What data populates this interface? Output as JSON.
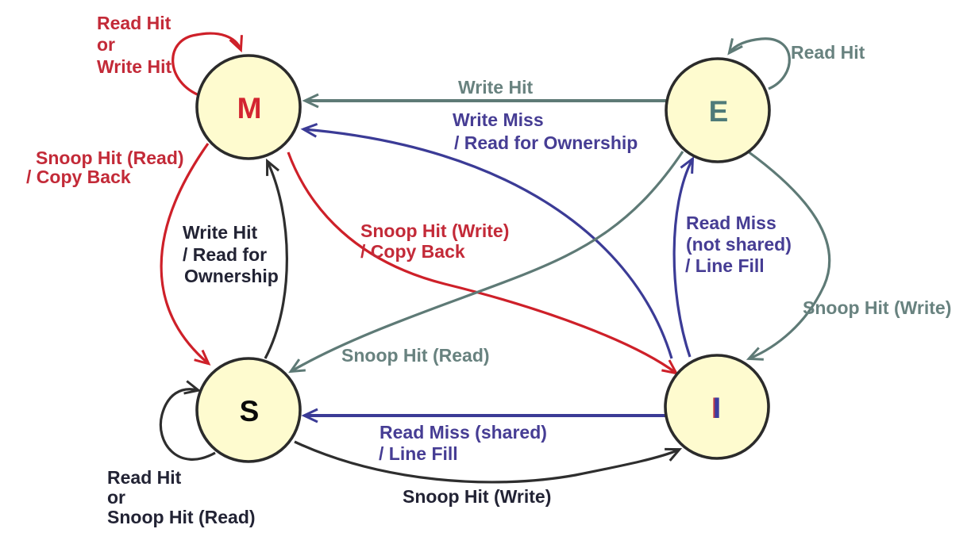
{
  "diagram": {
    "kind": "state-transition-diagram",
    "background": "#FFFFFF"
  },
  "colors": {
    "node_fill": "#FEFBCF",
    "node_stroke": "#2B2B2B",
    "arrow_red": "#CE2029",
    "arrow_gray": "#5E7A76",
    "arrow_blue": "#3B3B96",
    "arrow_black": "#2E2E2E",
    "text_red": "#C32A38",
    "text_gray": "#68827F",
    "text_blue": "#463D94",
    "text_black": "#222334",
    "letter_i_fringe": "#C23B47"
  },
  "states": [
    {
      "label": "M",
      "label_color": "#D32530"
    },
    {
      "label": "E",
      "label_color": "#4F7B79"
    },
    {
      "label": "S",
      "label_color": "#0A0A0A"
    },
    {
      "label": "I",
      "label_color": "#3C3CA0"
    }
  ],
  "transitions": [
    {
      "from": "M",
      "to": "M",
      "line_color": "#CE2029",
      "text_color": "#C32A38",
      "lines": [
        "Read Hit",
        "or",
        "Write Hit"
      ]
    },
    {
      "from": "E",
      "to": "E",
      "line_color": "#5E7A76",
      "text_color": "#68827F",
      "lines": [
        "Read Hit"
      ]
    },
    {
      "from": "E",
      "to": "M",
      "line_color": "#5E7A76",
      "text_color": "#68827F",
      "lines": [
        "Write Hit"
      ]
    },
    {
      "from": "I",
      "to": "M",
      "line_color": "#3B3B96",
      "text_color": "#463D94",
      "lines": [
        "Write Miss",
        "/ Read for Ownership"
      ]
    },
    {
      "from": "M",
      "to": "S",
      "line_color": "#CE2029",
      "text_color": "#C32A38",
      "lines": [
        "Snoop Hit (Read)",
        "/ Copy Back"
      ]
    },
    {
      "from": "S",
      "to": "M",
      "line_color": "#2E2E2E",
      "text_color": "#222334",
      "lines": [
        "Write Hit",
        "/ Read for",
        "Ownership"
      ]
    },
    {
      "from": "M",
      "to": "I",
      "line_color": "#CE2029",
      "text_color": "#C32A38",
      "lines": [
        "Snoop Hit (Write)",
        "/ Copy Back"
      ]
    },
    {
      "from": "E",
      "to": "S",
      "line_color": "#5E7A76",
      "text_color": "#68827F",
      "lines": [
        "Snoop Hit (Read)"
      ]
    },
    {
      "from": "I",
      "to": "E",
      "line_color": "#3B3B96",
      "text_color": "#463D94",
      "lines": [
        "Read Miss",
        "(not shared)",
        "/ Line Fill"
      ]
    },
    {
      "from": "E",
      "to": "I",
      "line_color": "#5E7A76",
      "text_color": "#68827F",
      "lines": [
        "Snoop Hit (Write)"
      ]
    },
    {
      "from": "I",
      "to": "S",
      "line_color": "#3B3B96",
      "text_color": "#463D94",
      "lines": [
        "Read Miss (shared)",
        "/ Line Fill"
      ]
    },
    {
      "from": "S",
      "to": "I",
      "line_color": "#2E2E2E",
      "text_color": "#222334",
      "lines": [
        "Snoop Hit (Write)"
      ]
    },
    {
      "from": "S",
      "to": "S",
      "line_color": "#2E2E2E",
      "text_color": "#222334",
      "lines": [
        "Read Hit",
        "or",
        "Snoop Hit (Read)"
      ]
    }
  ]
}
